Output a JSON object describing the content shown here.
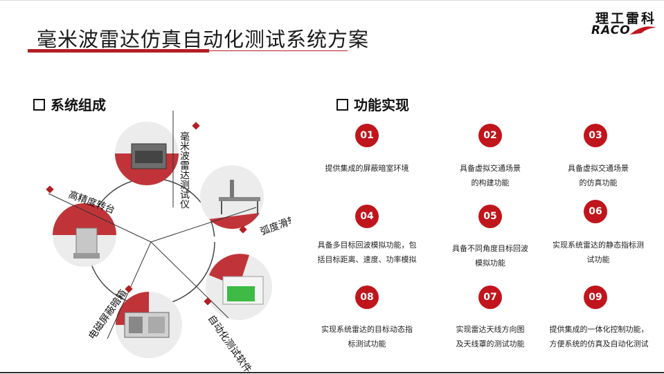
{
  "title": "毫米波雷达仿真自动化测试系统方案",
  "logo": {
    "cn": "理工雷科",
    "en": "RACO"
  },
  "left_section": {
    "heading": "系统组成",
    "items": [
      {
        "label": "毫米波雷达测试仪"
      },
      {
        "label": "弧度滑轨"
      },
      {
        "label": "自动化测试软件"
      },
      {
        "label": "电磁屏蔽暗箱"
      },
      {
        "label": "高精度转台"
      }
    ]
  },
  "right_section": {
    "heading": "功能实现",
    "functions": [
      {
        "num": "01",
        "line1": "提供集成的屏蔽暗室环境",
        "line2": ""
      },
      {
        "num": "02",
        "line1": "具备虚拟交通场景",
        "line2": "的构建功能"
      },
      {
        "num": "03",
        "line1": "具备虚拟交通场景",
        "line2": "的仿真功能"
      },
      {
        "num": "04",
        "line1": "具备多目标回波模拟功能，包",
        "line2": "括目标距离、速度、功率模拟"
      },
      {
        "num": "05",
        "line1": "具备不同角度目标回波",
        "line2": "模拟功能"
      },
      {
        "num": "06",
        "line1": "实现系统雷达的静态指标测",
        "line2": "试功能"
      },
      {
        "num": "08",
        "line1": "实现系统雷达的目标动态指",
        "line2": "标测试功能"
      },
      {
        "num": "07",
        "line1": "实现雷达天线方向图",
        "line2": "及天线罩的测试功能"
      },
      {
        "num": "09",
        "line1": "提供集成的一体化控制功能，",
        "line2": "方便系统的仿真及自动化测试"
      }
    ]
  },
  "colors": {
    "accent": "#c0151c",
    "text": "#111111"
  }
}
